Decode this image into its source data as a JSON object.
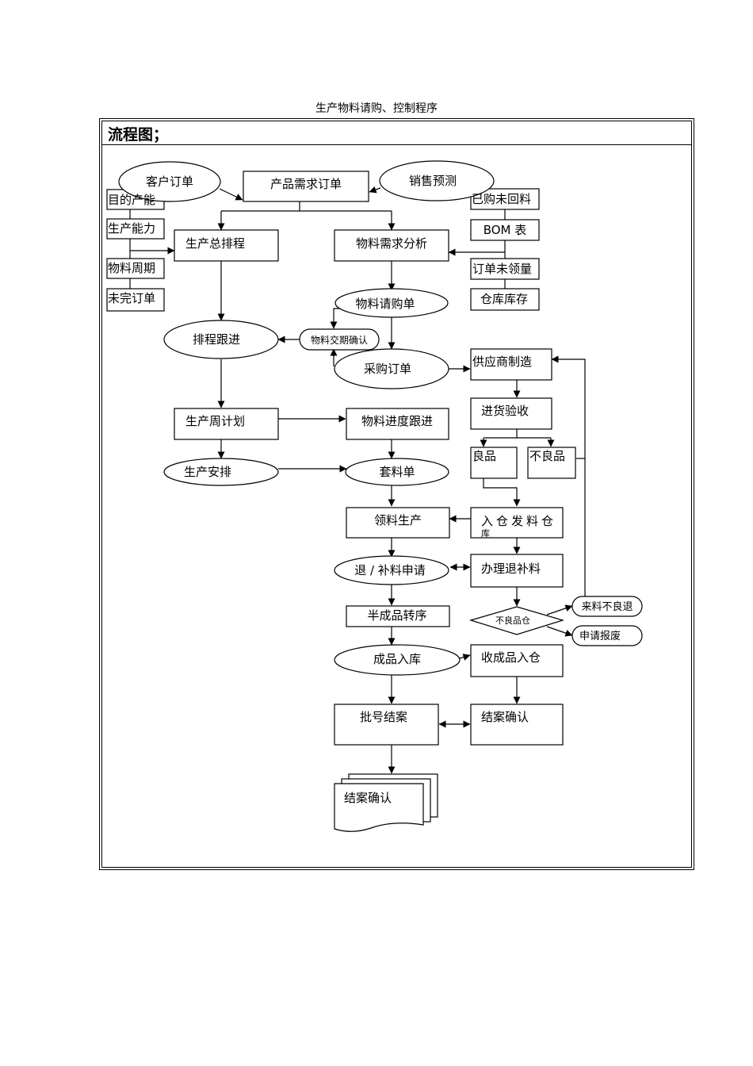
{
  "document": {
    "title": "生产物料请购、控制程序",
    "section_header": "流程图；"
  },
  "nodes": {
    "customer_order": "客户订单",
    "product_demand_order": "产品需求订单",
    "sales_forecast": "销售预测",
    "target_product": "目的产能",
    "production_capacity": "生产能力",
    "material_cycle": "物料周期",
    "unfinished_order": "未完订单",
    "master_schedule": "生产总排程",
    "material_demand_analysis": "物料需求分析",
    "purchased_not_returned": "已购未回料",
    "bom_table": "BOM 表",
    "order_not_collected": "订单未领量",
    "warehouse_stock": "仓库库存",
    "material_requisition": "物料请购单",
    "schedule_followup": "排程跟进",
    "delivery_confirmation": "物料交期确认",
    "purchase_order": "采购订单",
    "supplier_manufacturing": "供应商制造",
    "incoming_inspection": "进货验收",
    "weekly_plan": "生产周计划",
    "material_progress": "物料进度跟进",
    "good_product": "良品",
    "defective_product": "不良品",
    "production_arrangement": "生产安排",
    "kit_list": "套料单",
    "issue_production": "领料生产",
    "warehouse_issue_line1": "入仓发料仓",
    "warehouse_issue_line2": "库",
    "return_supplement_request": "退 / 补料申请",
    "handle_return_supplement": "办理退补料",
    "semi_finished_transfer": "半成品转序",
    "defective_warehouse": "不良品仓",
    "return_defective_material": "来料不良退",
    "apply_scrap": "申请报废",
    "finished_goods_in": "成品入库",
    "receive_finished_goods": "收成品入仓",
    "batch_close": "批号结案",
    "close_confirmation": "结案确认",
    "close_confirmation_document": "结案确认"
  }
}
